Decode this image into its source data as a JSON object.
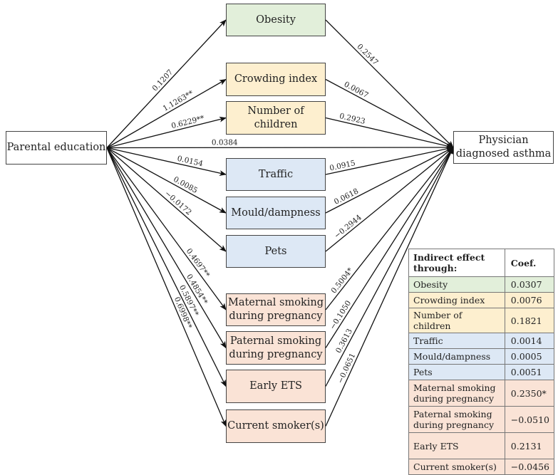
{
  "colors": {
    "green": "#e2efda",
    "yellow": "#fdefcf",
    "blue": "#dde8f5",
    "salmon": "#fae3d6",
    "line": "#111111"
  },
  "source": {
    "id": "parental-education",
    "label": "Parental education"
  },
  "outcome": {
    "id": "asthma",
    "label": "Physician diagnosed asthma",
    "label_lines": [
      "Physician",
      "diagnosed asthma"
    ]
  },
  "direct_effect": "0.0384",
  "mediators": [
    {
      "id": "obesity",
      "label_lines": [
        "Obesity"
      ],
      "group": "green",
      "a": "0.1207",
      "b": "0.2547"
    },
    {
      "id": "crowding-index",
      "label_lines": [
        "Crowding index"
      ],
      "group": "yellow",
      "a": "1.1263**",
      "b": "0.0067"
    },
    {
      "id": "number-of-children",
      "label_lines": [
        "Number of",
        "children"
      ],
      "group": "yellow",
      "a": "0.6229**",
      "b": "0.2923"
    },
    {
      "id": "traffic",
      "label_lines": [
        "Traffic"
      ],
      "group": "blue",
      "a": "0.0154",
      "b": "0.0915"
    },
    {
      "id": "mould-dampness",
      "label_lines": [
        "Mould/dampness"
      ],
      "group": "blue",
      "a": "0.0085",
      "b": "0.0618"
    },
    {
      "id": "pets",
      "label_lines": [
        "Pets"
      ],
      "group": "blue",
      "a": "−0.0172",
      "b": "−0.2944"
    },
    {
      "id": "maternal-smoking",
      "label_lines": [
        "Maternal smoking",
        "during pregnancy"
      ],
      "group": "salmon",
      "a": "0.4697**",
      "b": "0.5004*"
    },
    {
      "id": "paternal-smoking",
      "label_lines": [
        "Paternal smoking",
        "during pregnancy"
      ],
      "group": "salmon",
      "a": "0.4854**",
      "b": "−0.1050"
    },
    {
      "id": "early-ets",
      "label_lines": [
        "Early ETS"
      ],
      "group": "salmon",
      "a": "0.5897**",
      "b": "0.3613"
    },
    {
      "id": "current-smokers",
      "label_lines": [
        "Current smoker(s)"
      ],
      "group": "salmon",
      "a": "0.6998**",
      "b": "−0.0651"
    }
  ],
  "table": {
    "headers": [
      "Indirect effect through:",
      "Coef."
    ],
    "rows": [
      {
        "label": "Obesity",
        "coef": "0.0307",
        "group": "green"
      },
      {
        "label": "Crowding index",
        "coef": "0.0076",
        "group": "yellow"
      },
      {
        "label": "Number of children",
        "coef": "0.1821",
        "group": "yellow"
      },
      {
        "label": "Traffic",
        "coef": "0.0014",
        "group": "blue"
      },
      {
        "label": "Mould/dampness",
        "coef": "0.0005",
        "group": "blue"
      },
      {
        "label": "Pets",
        "coef": "0.0051",
        "group": "blue"
      },
      {
        "label": "Maternal smoking during pregnancy",
        "coef": "0.2350*",
        "group": "salmon"
      },
      {
        "label": "Paternal smoking during pregnancy",
        "coef": "−0.0510",
        "group": "salmon"
      },
      {
        "label": "Early ETS",
        "coef": "0.2131",
        "group": "salmon"
      },
      {
        "label": "Current smoker(s)",
        "coef": "−0.0456",
        "group": "salmon"
      }
    ]
  }
}
